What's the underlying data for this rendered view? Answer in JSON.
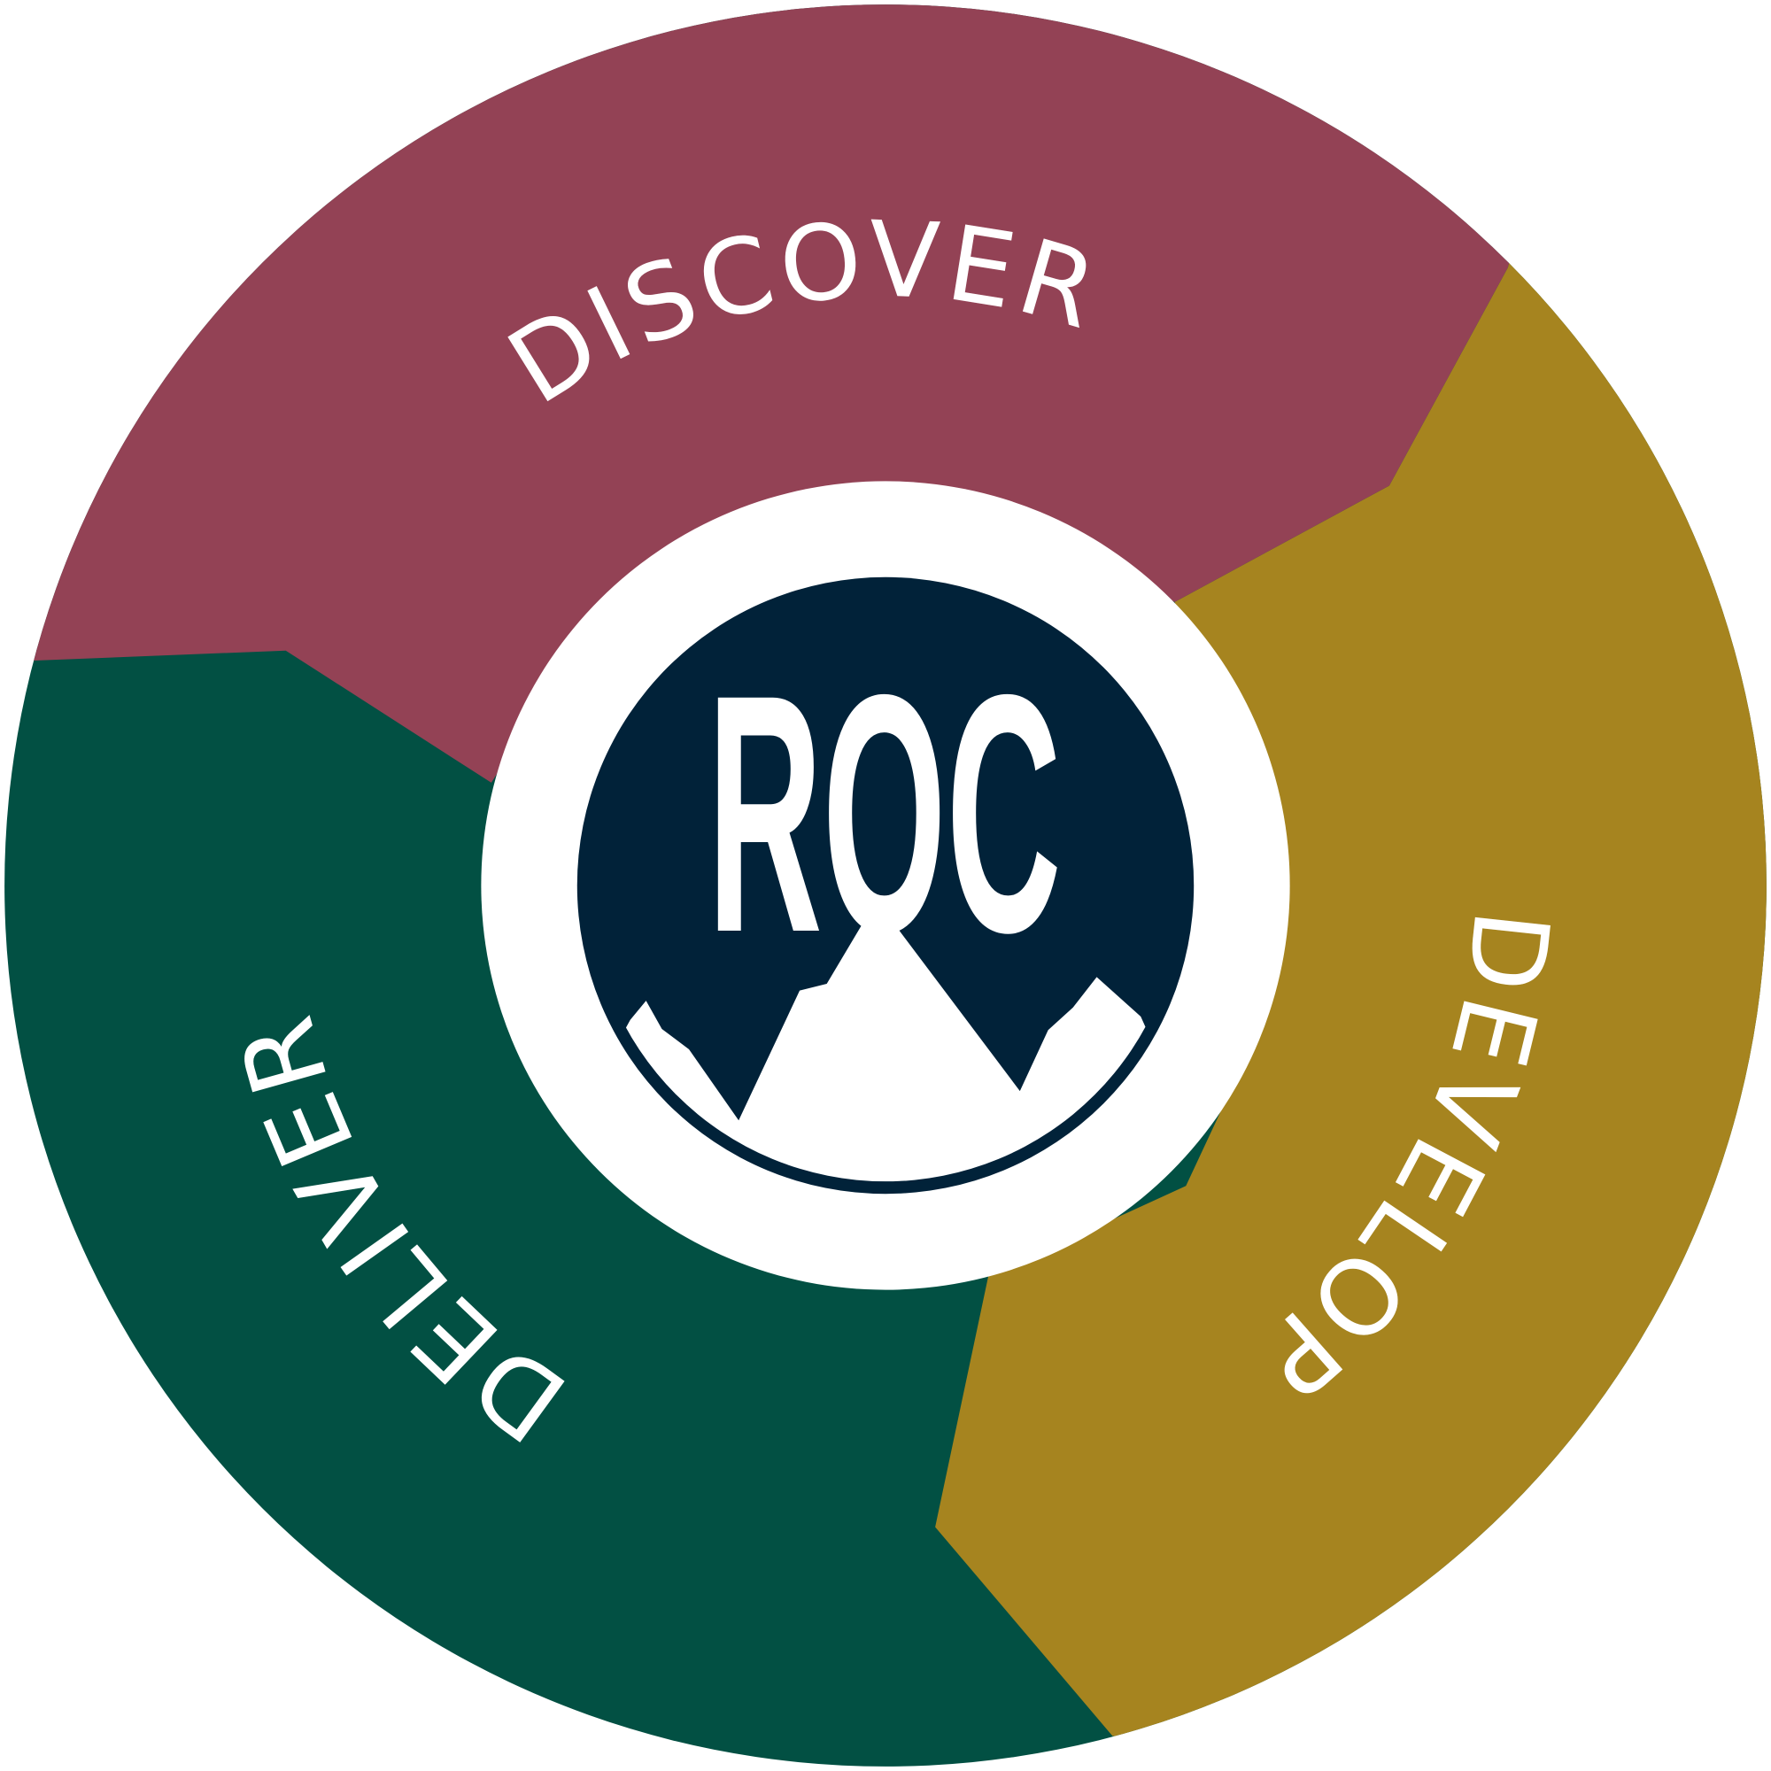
{
  "colors": {
    "discover": "#934255",
    "develop": "#a6841f",
    "deliver": "#025043",
    "logo_background": "#012239",
    "ring": "#ffffff",
    "text": "#ffffff"
  },
  "segments": [
    {
      "id": "discover",
      "label": "DISCOVER"
    },
    {
      "id": "develop",
      "label": "DEVELOP"
    },
    {
      "id": "deliver",
      "label": "DELIVER"
    }
  ],
  "logo": {
    "text": "ROC",
    "icon": "mountain-icon"
  }
}
